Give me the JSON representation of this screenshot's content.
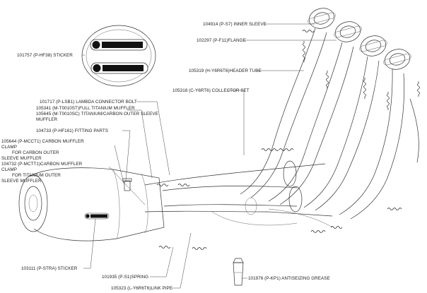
{
  "parts": [
    {
      "id": "inner_sleeve",
      "text": "104914 (P-S7) INNER SLEEVE"
    },
    {
      "id": "flange",
      "text": "102297 (P-F11)FLANGE"
    },
    {
      "id": "header_tube",
      "text": "105319 (H-Y6R6T6)HEADER TUBE"
    },
    {
      "id": "sticker_hf38",
      "text": "101757 (P-HF38) STICKER"
    },
    {
      "id": "collector_set",
      "text": "105318 (C-Y6RT6) COLLECTOR SET"
    },
    {
      "id": "lambda_bolt",
      "text": "101717 (P-LSB1) LAMBDA CONNECTOR BOLT"
    },
    {
      "id": "ti_muffler",
      "text": "105341 (M-T0010ST)FULL TITANIUM MUFFLER"
    },
    {
      "id": "tc_sleeve_1",
      "text": "105645 (M-T0010SC) TITANIUM/CARBON OUTER SLEEVE"
    },
    {
      "id": "tc_sleeve_2",
      "text": "MUFFLER"
    },
    {
      "id": "fitting_parts",
      "text": "104733 (P-HF161) FITTING PARTS"
    },
    {
      "id": "carbon_clamp_1",
      "text": "105644 (P-MCCT1) CARBON MUFFLER"
    },
    {
      "id": "carbon_clamp_2",
      "text": "CLAMP"
    },
    {
      "id": "carbon_clamp_3",
      "text": "FOR CARBON OUTER"
    },
    {
      "id": "carbon_clamp_4",
      "text": "SLEEVE MUFFLER"
    },
    {
      "id": "ti_clamp_1",
      "text": "104732 (P-MCTT1)CARBON MUFFLER"
    },
    {
      "id": "ti_clamp_2",
      "text": "CLAMP"
    },
    {
      "id": "ti_clamp_3",
      "text": "FOR TITANIUM OUTER"
    },
    {
      "id": "ti_clamp_4",
      "text": "SLEEVE MUFFLER"
    },
    {
      "id": "sticker_stra",
      "text": "103111 (P-STRA) STICKER"
    },
    {
      "id": "spring",
      "text": "101935 (P-S1)SPRING"
    },
    {
      "id": "link_pipe",
      "text": "105323 (L-Y6R6T6)LINK PIPE"
    },
    {
      "id": "grease",
      "text": "101976 (P-KP1) ANTISEIZING GREASE"
    }
  ],
  "colors": {
    "line": "#333333",
    "text": "#222222",
    "background": "#ffffff"
  },
  "icons": [
    "akrapovic-logo-icon",
    "spring-icon",
    "grease-tube-icon",
    "flange-icon"
  ]
}
